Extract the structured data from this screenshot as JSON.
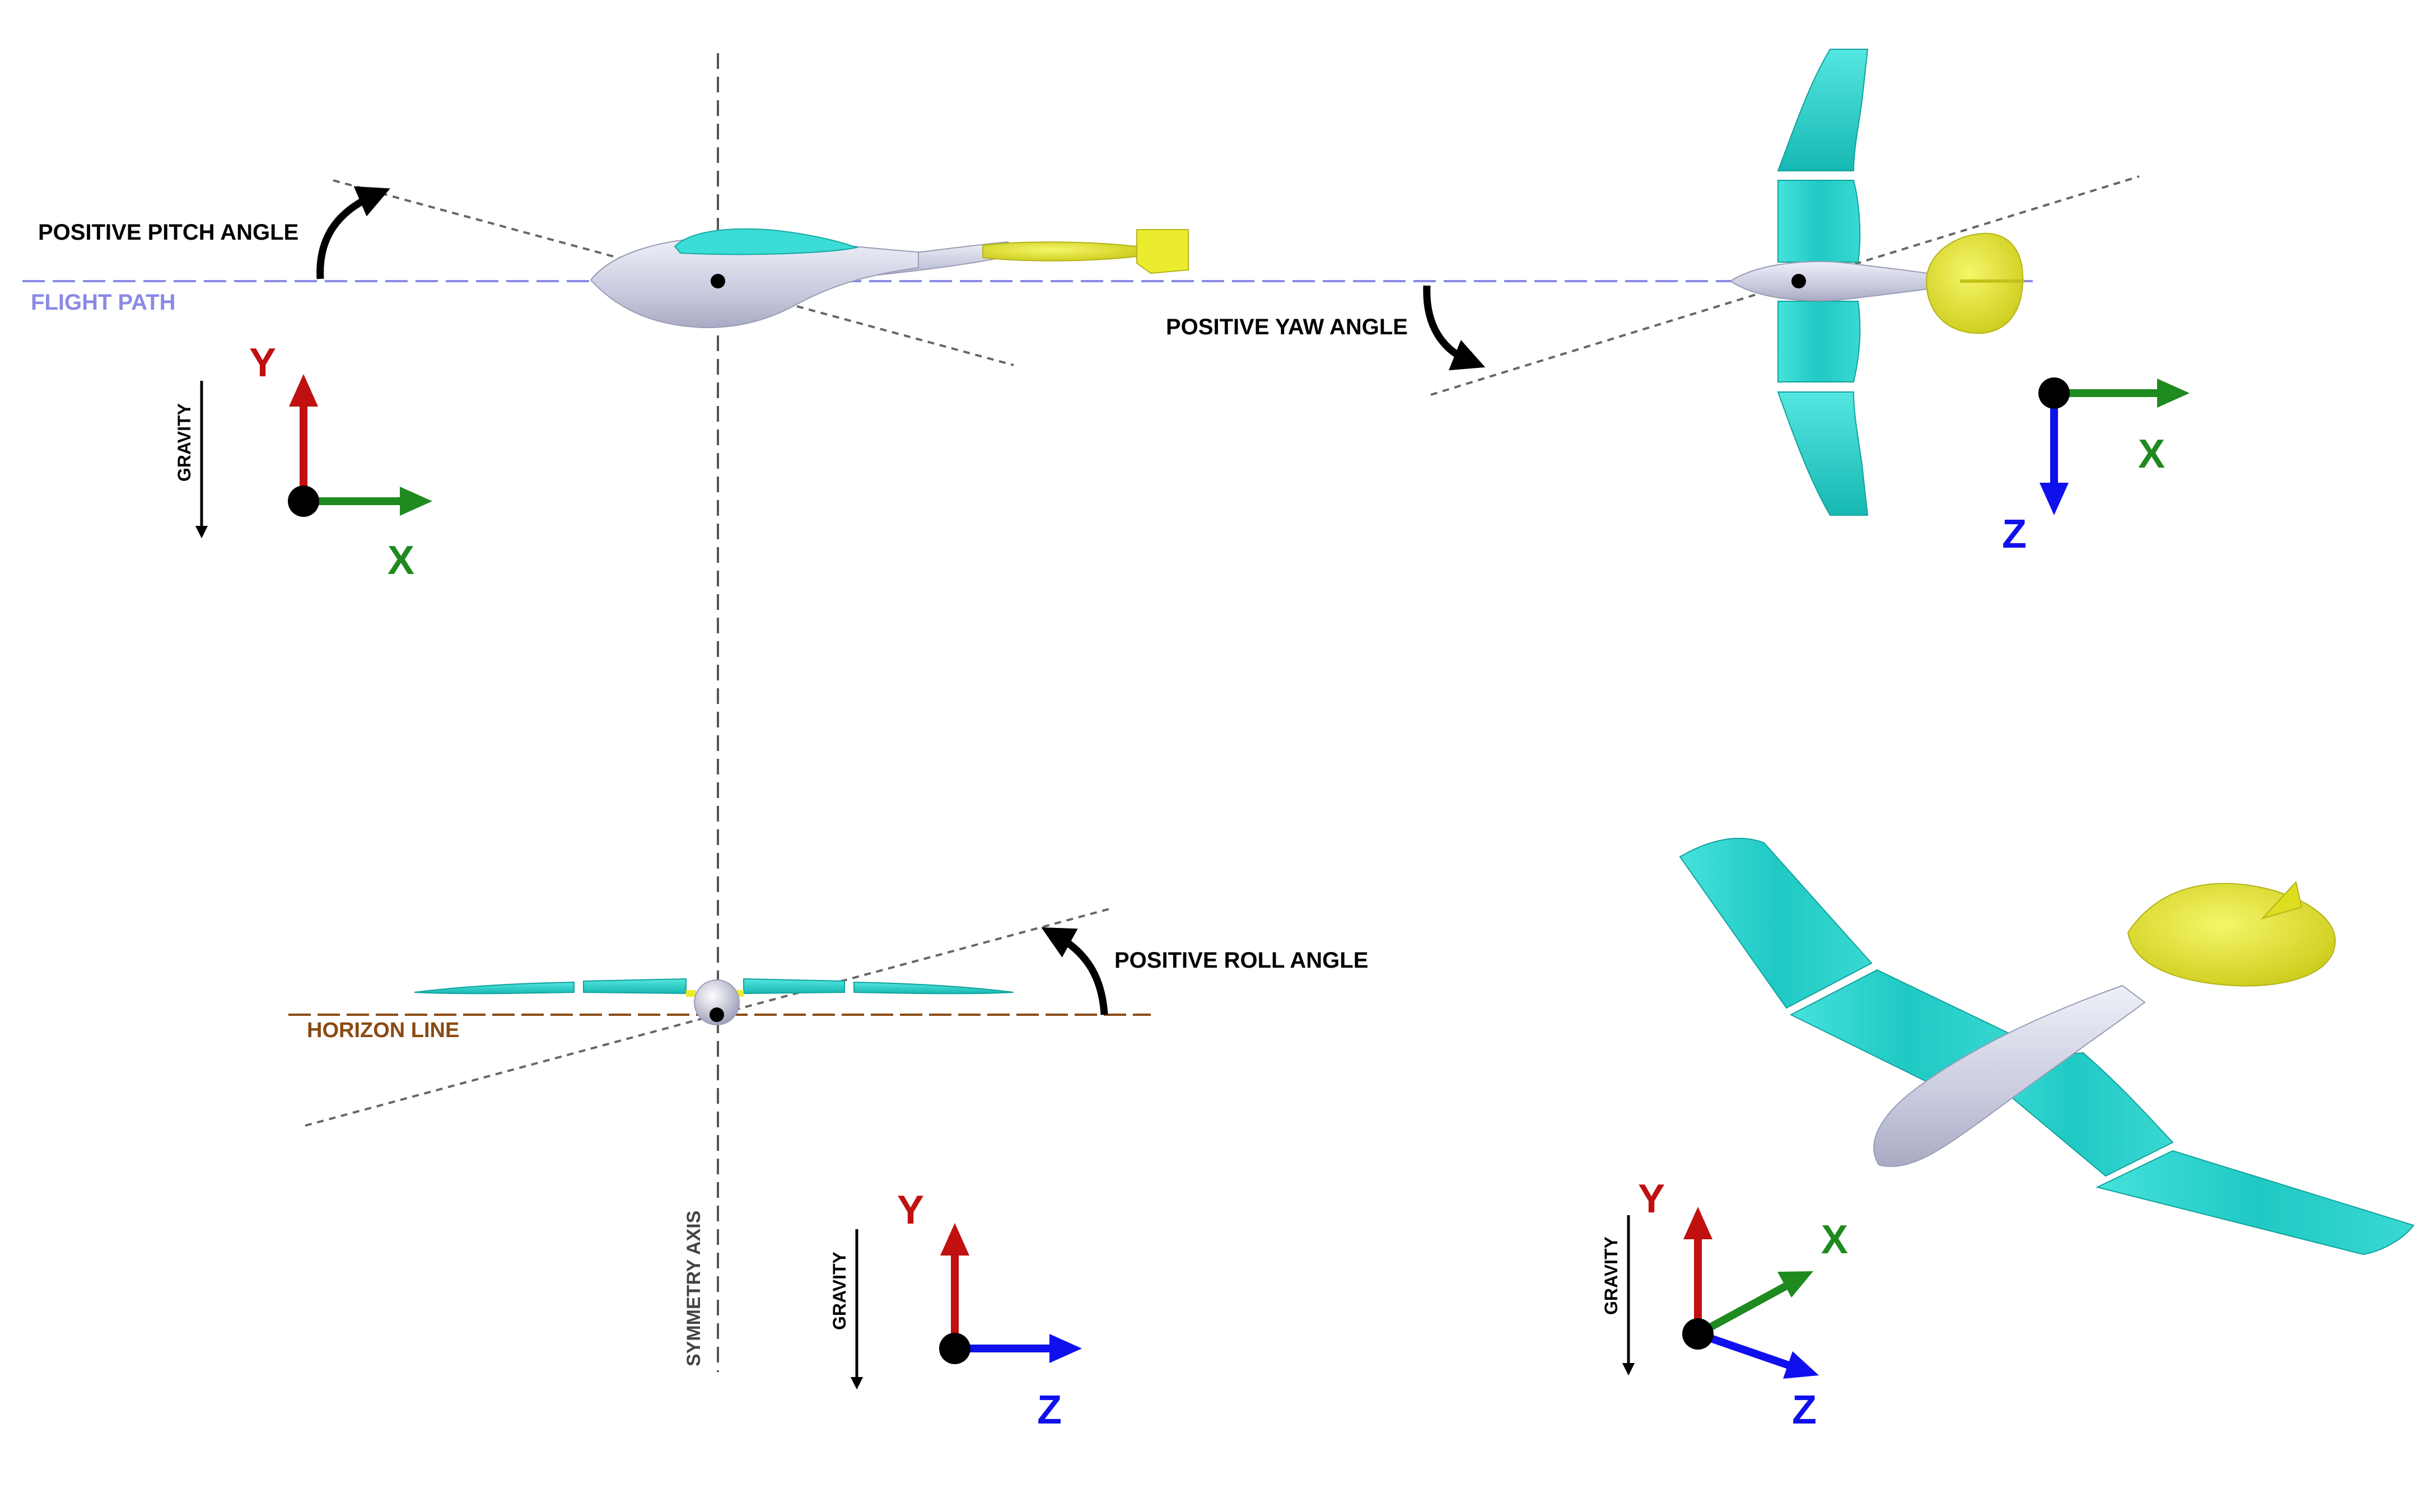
{
  "labels": {
    "pitch": "POSITIVE PITCH ANGLE",
    "flight_path": "FLIGHT PATH",
    "yaw": "POSITIVE YAW ANGLE",
    "roll": "POSITIVE ROLL ANGLE",
    "horizon": "HORIZON LINE",
    "symmetry": "SYMMETRY AXIS",
    "gravity": "GRAVITY"
  },
  "axes": {
    "x": "X",
    "y": "Y",
    "z": "Z"
  },
  "colors": {
    "wing": "#2fd6d0",
    "tail": "#ecec2e",
    "fuselage": "#d6d8e8",
    "axis_x": "#1f8a1f",
    "axis_y": "#c01010",
    "axis_z": "#1010ee",
    "flight_path": "#8a8ae6",
    "horizon": "#8a4a12",
    "reference": "#555555"
  }
}
